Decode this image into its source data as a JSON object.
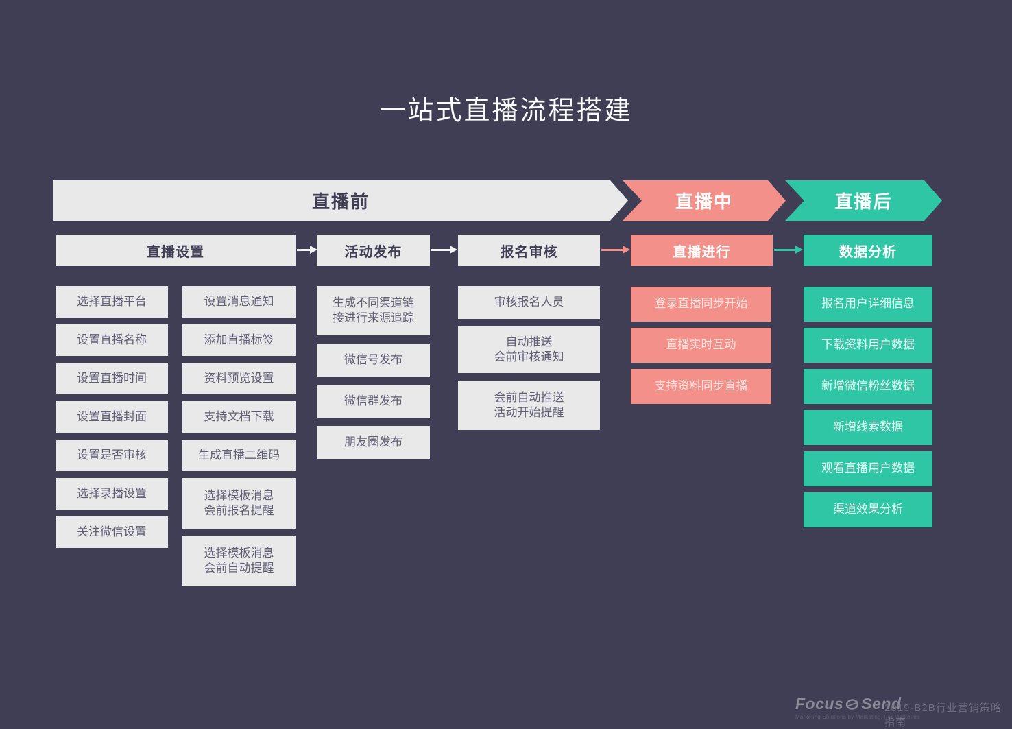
{
  "title": "一站式直播流程搭建",
  "phases": {
    "pre": "直播前",
    "during": "直播中",
    "post": "直播后"
  },
  "columns": {
    "settings": {
      "header": "直播设置",
      "group_a": [
        "选择直播平台",
        "设置直播名称",
        "设置直播时间",
        "设置直播封面",
        "设置是否审核",
        "选择录播设置",
        "关注微信设置"
      ],
      "group_b": [
        "设置消息通知",
        "添加直播标签",
        "资料预览设置",
        "支持文档下载",
        "生成直播二维码",
        "选择模板消息\n会前报名提醒",
        "选择模板消息\n会前自动提醒"
      ]
    },
    "publish": {
      "header": "活动发布",
      "items": [
        "生成不同渠道链\n接进行来源追踪",
        "微信号发布",
        "微信群发布",
        "朋友圈发布"
      ]
    },
    "review": {
      "header": "报名审核",
      "items": [
        "审核报名人员",
        "自动推送\n会前审核通知",
        "会前自动推送\n活动开始提醒"
      ]
    },
    "live": {
      "header": "直播进行",
      "items": [
        "登录直播同步开始",
        "直播实时互动",
        "支持资料同步直播"
      ]
    },
    "analysis": {
      "header": "数据分析",
      "items": [
        "报名用户详细信息",
        "下载资料用户数据",
        "新增微信粉丝数据",
        "新增线索数据",
        "观看直播用户数据",
        "渠道效果分析"
      ]
    }
  },
  "footer": {
    "logo_focus": "Focus",
    "logo_send": "Send",
    "tagline": "Marketing Solutions by Marketing, For Marketers",
    "caption": "2019-B2B行业营销策略指南"
  },
  "colors": {
    "background": "#3F3E54",
    "panel_gray": "#E9E9E9",
    "accent_pink": "#F29089",
    "accent_teal": "#2EC6A5",
    "dark_text": "#3F3E54"
  }
}
